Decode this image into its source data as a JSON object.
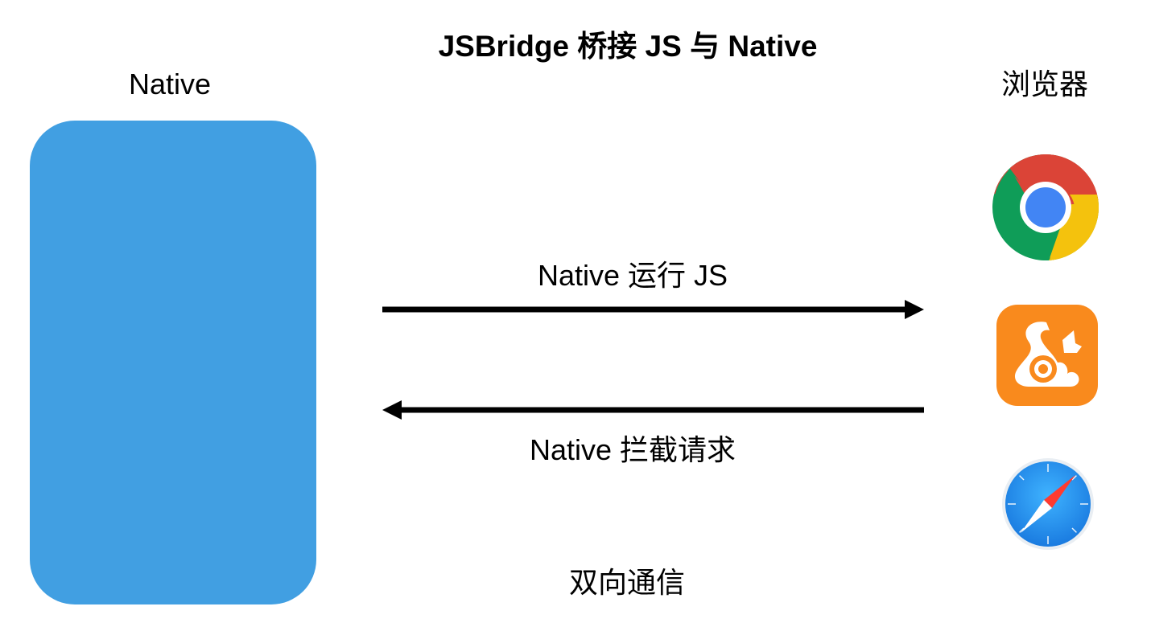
{
  "title": "JSBridge 桥接 JS 与 Native",
  "left_label": "Native",
  "right_label": "浏览器",
  "native_box_color": "#419fe2",
  "arrows": {
    "forward_label": "Native 运行 JS",
    "backward_label": "Native 拦截请求",
    "color": "#000000"
  },
  "bottom_label": "双向通信",
  "browser_icons": [
    "chrome-icon",
    "uc-browser-icon",
    "safari-icon"
  ],
  "colors": {
    "chrome_red": "#db4437",
    "chrome_green": "#0f9d58",
    "chrome_yellow": "#f4c20d",
    "chrome_blue": "#4285f4",
    "uc_orange": "#f98a1d",
    "safari_blue": "#1e90f0"
  }
}
